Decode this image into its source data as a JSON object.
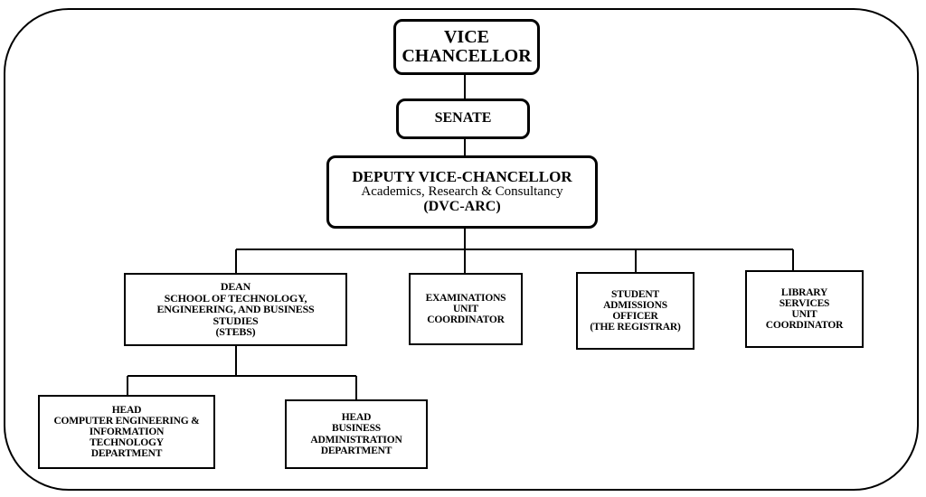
{
  "diagram": {
    "vice_chancellor": {
      "line1": "VICE",
      "line2": "CHANCELLOR"
    },
    "senate": {
      "label": "SENATE"
    },
    "dvc": {
      "title": "DEPUTY VICE-CHANCELLOR",
      "subtitle": "Academics, Research & Consultancy",
      "abbr": "(DVC-ARC)"
    },
    "dean": {
      "line1": "DEAN",
      "line2": "SCHOOL OF TECHNOLOGY,",
      "line3": "ENGINEERING, AND BUSINESS",
      "line4": "STUDIES",
      "line5": "(STEBS)"
    },
    "examinations": {
      "line1": "EXAMINATIONS",
      "line2": "UNIT",
      "line3": "COORDINATOR"
    },
    "admissions": {
      "line1": "STUDENT",
      "line2": "ADMISSIONS",
      "line3": "OFFICER",
      "line4": "(THE REGISTRAR)"
    },
    "library": {
      "line1": "LIBRARY",
      "line2": "SERVICES",
      "line3": "UNIT",
      "line4": "COORDINATOR"
    },
    "head_ceit": {
      "line1": "HEAD",
      "line2": "COMPUTER ENGINEERING &",
      "line3": "INFORMATION",
      "line4": "TECHNOLOGY",
      "line5": "DEPARTMENT"
    },
    "head_bad": {
      "line1": "HEAD",
      "line2": "BUSINESS",
      "line3": "ADMINISTRATION",
      "line4": "DEPARTMENT"
    }
  }
}
